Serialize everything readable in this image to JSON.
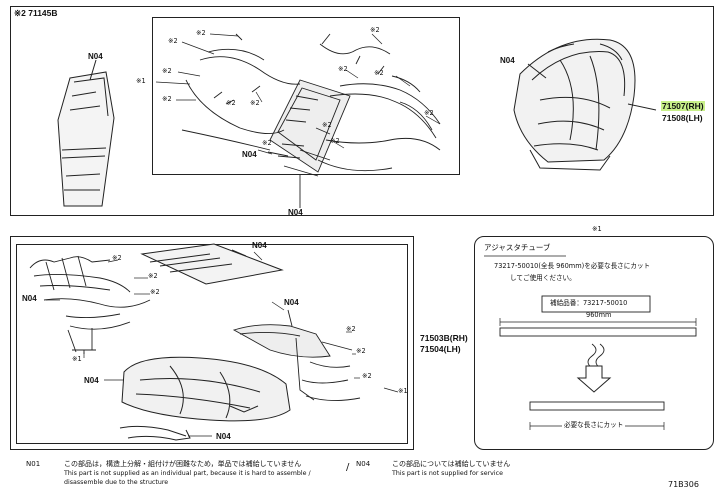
{
  "top": {
    "group_label": "※2 71145B",
    "n04_left": "N04",
    "n04_center_a": "N04",
    "n04_center_b": "N04",
    "n04_right": "N04",
    "part_rh": "71507(RH)",
    "part_lh": "71508(LH)",
    "marks": [
      "※2",
      "※2",
      "※2",
      "※1",
      "※2",
      "※2",
      "※2",
      "※2",
      "※2",
      "※2",
      "※2",
      "※2",
      "※2",
      "※2"
    ]
  },
  "bottom_left": {
    "n04_top": "N04",
    "n04_left": "N04",
    "n04_mid": "N04",
    "n04_low": "N04",
    "n04_bottom": "N04",
    "part_rh": "71503B(RH)",
    "part_lh": "71504(LH)",
    "marks": [
      "※2",
      "※2",
      "※2",
      "※1",
      "※2",
      "※2",
      "※2",
      "※1"
    ]
  },
  "callout": {
    "mark": "※1",
    "title": "アジャスタチューブ",
    "line1": "73217-50010(全長 960mm)を必要な長さにカット",
    "line2": "してご使用ください。",
    "supply": "補給品番：73217-50010",
    "length": "960mm",
    "cut_note": "必要な長さにカット"
  },
  "footer": {
    "n01_code": "N01",
    "n01_jp": "この部品は，構造上分解・組付けが困難なため，単品では補給していません",
    "n01_en1": "This part is not supplied as an individual part, because it is hard to assemble /",
    "n01_en2": "disassemble due to the structure",
    "n04_code": "N04",
    "n04_jp": "この部品については補給していません",
    "n04_en": "This part is not supplied for service",
    "fig_id": "71B306"
  }
}
